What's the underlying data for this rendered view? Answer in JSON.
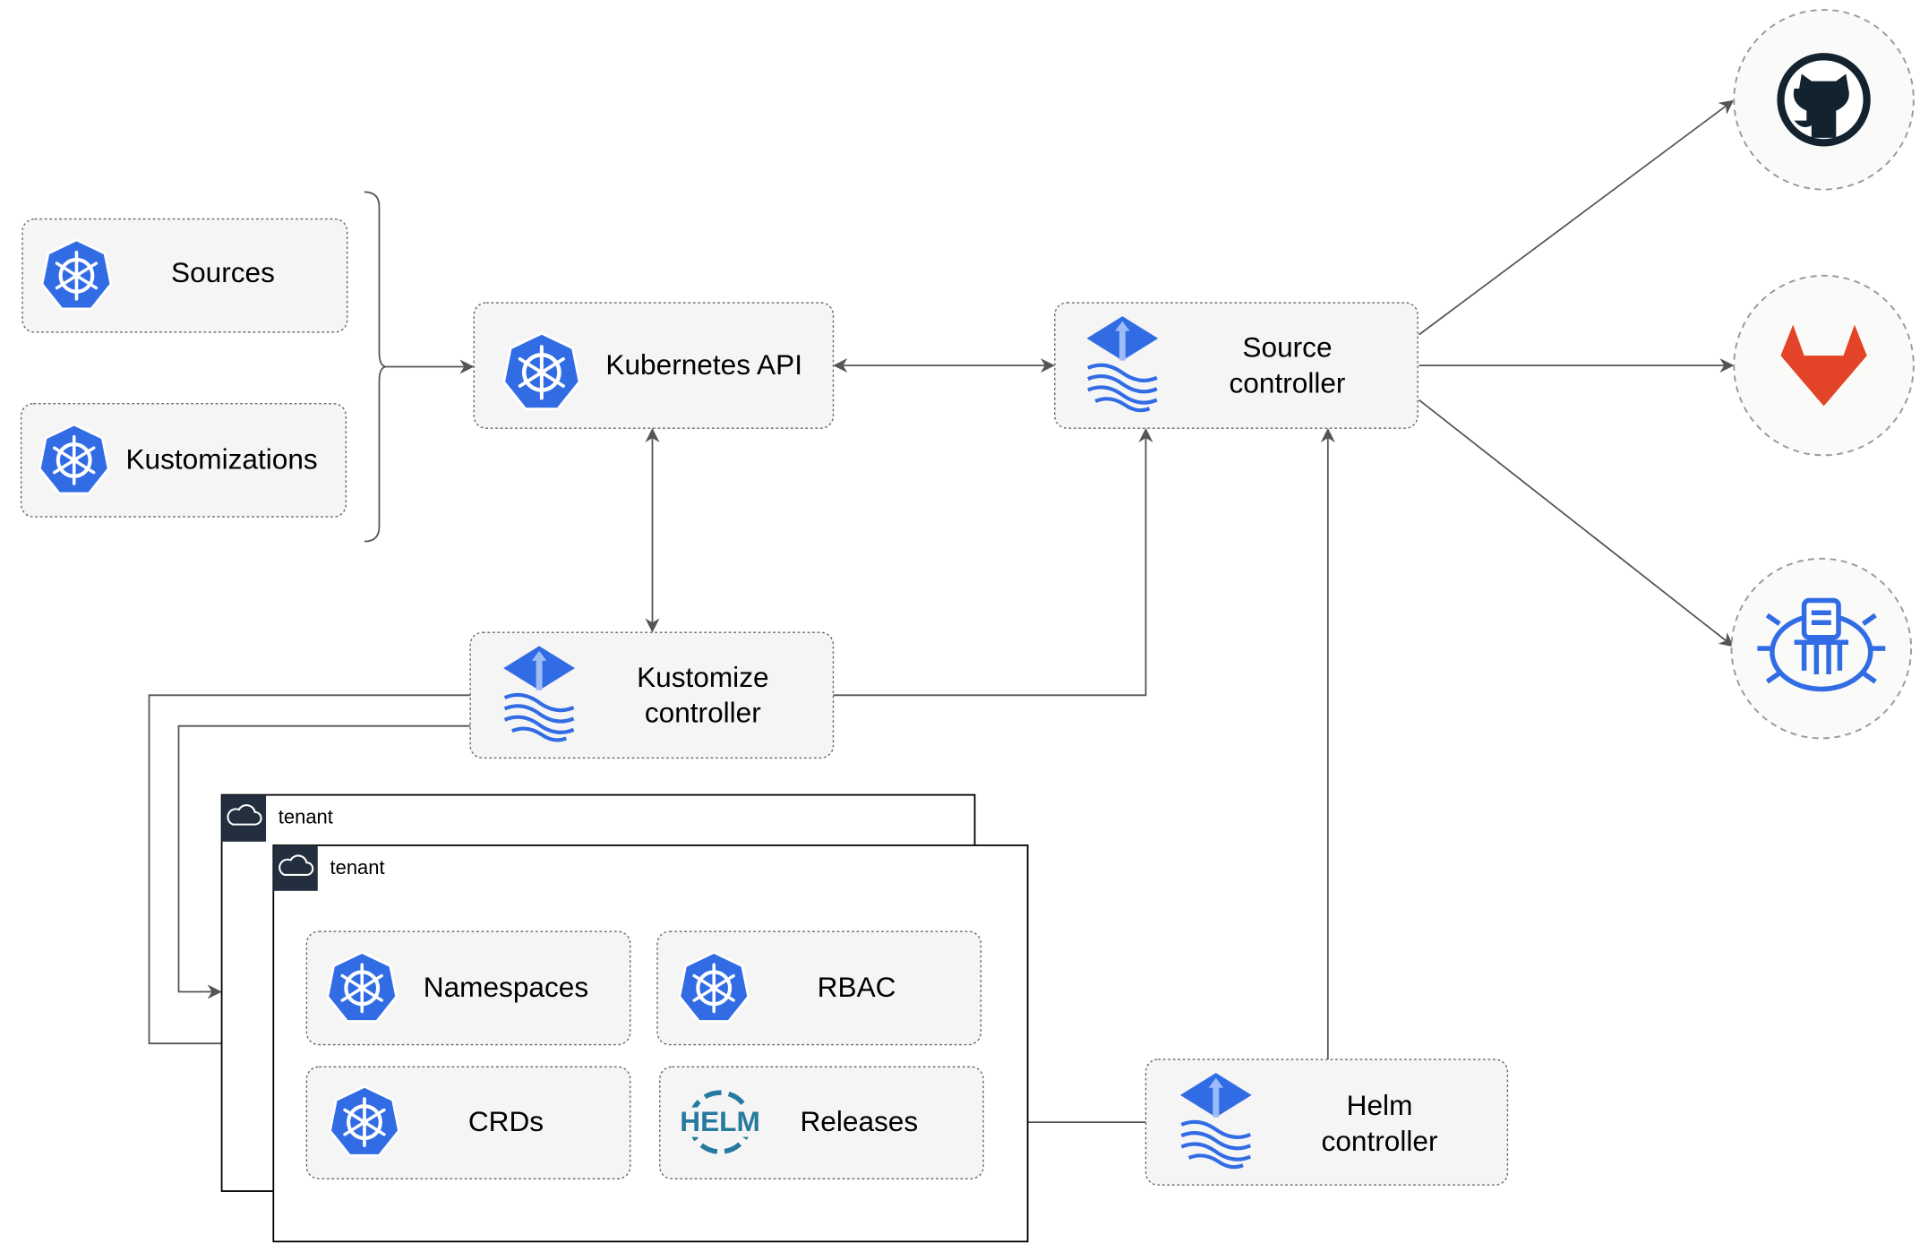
{
  "nodes": {
    "sources": "Sources",
    "kustomizations": "Kustomizations",
    "kubernetes_api": "Kubernetes API",
    "source_controller": [
      "Source",
      "controller"
    ],
    "kustomize_controller": [
      "Kustomize",
      "controller"
    ],
    "helm_controller": [
      "Helm",
      "controller"
    ],
    "namespaces": "Namespaces",
    "rbac": "RBAC",
    "crds": "CRDs",
    "releases": "Releases"
  },
  "tenants": [
    "tenant",
    "tenant"
  ],
  "icons": {
    "kubernetes": "kubernetes-helm-wheel-icon",
    "flux": "flux-icon",
    "helm": "helm-icon",
    "helm_text": "HELM",
    "github": "github-icon",
    "gitlab": "gitlab-icon",
    "bucket": "helm-repository-icon",
    "cloud": "cloud-icon"
  },
  "colors": {
    "kubernetes_blue": "#326ce5",
    "gitlab_orange": "#e24329",
    "github_dark": "#13222f",
    "helm_blue": "#277a9f"
  }
}
